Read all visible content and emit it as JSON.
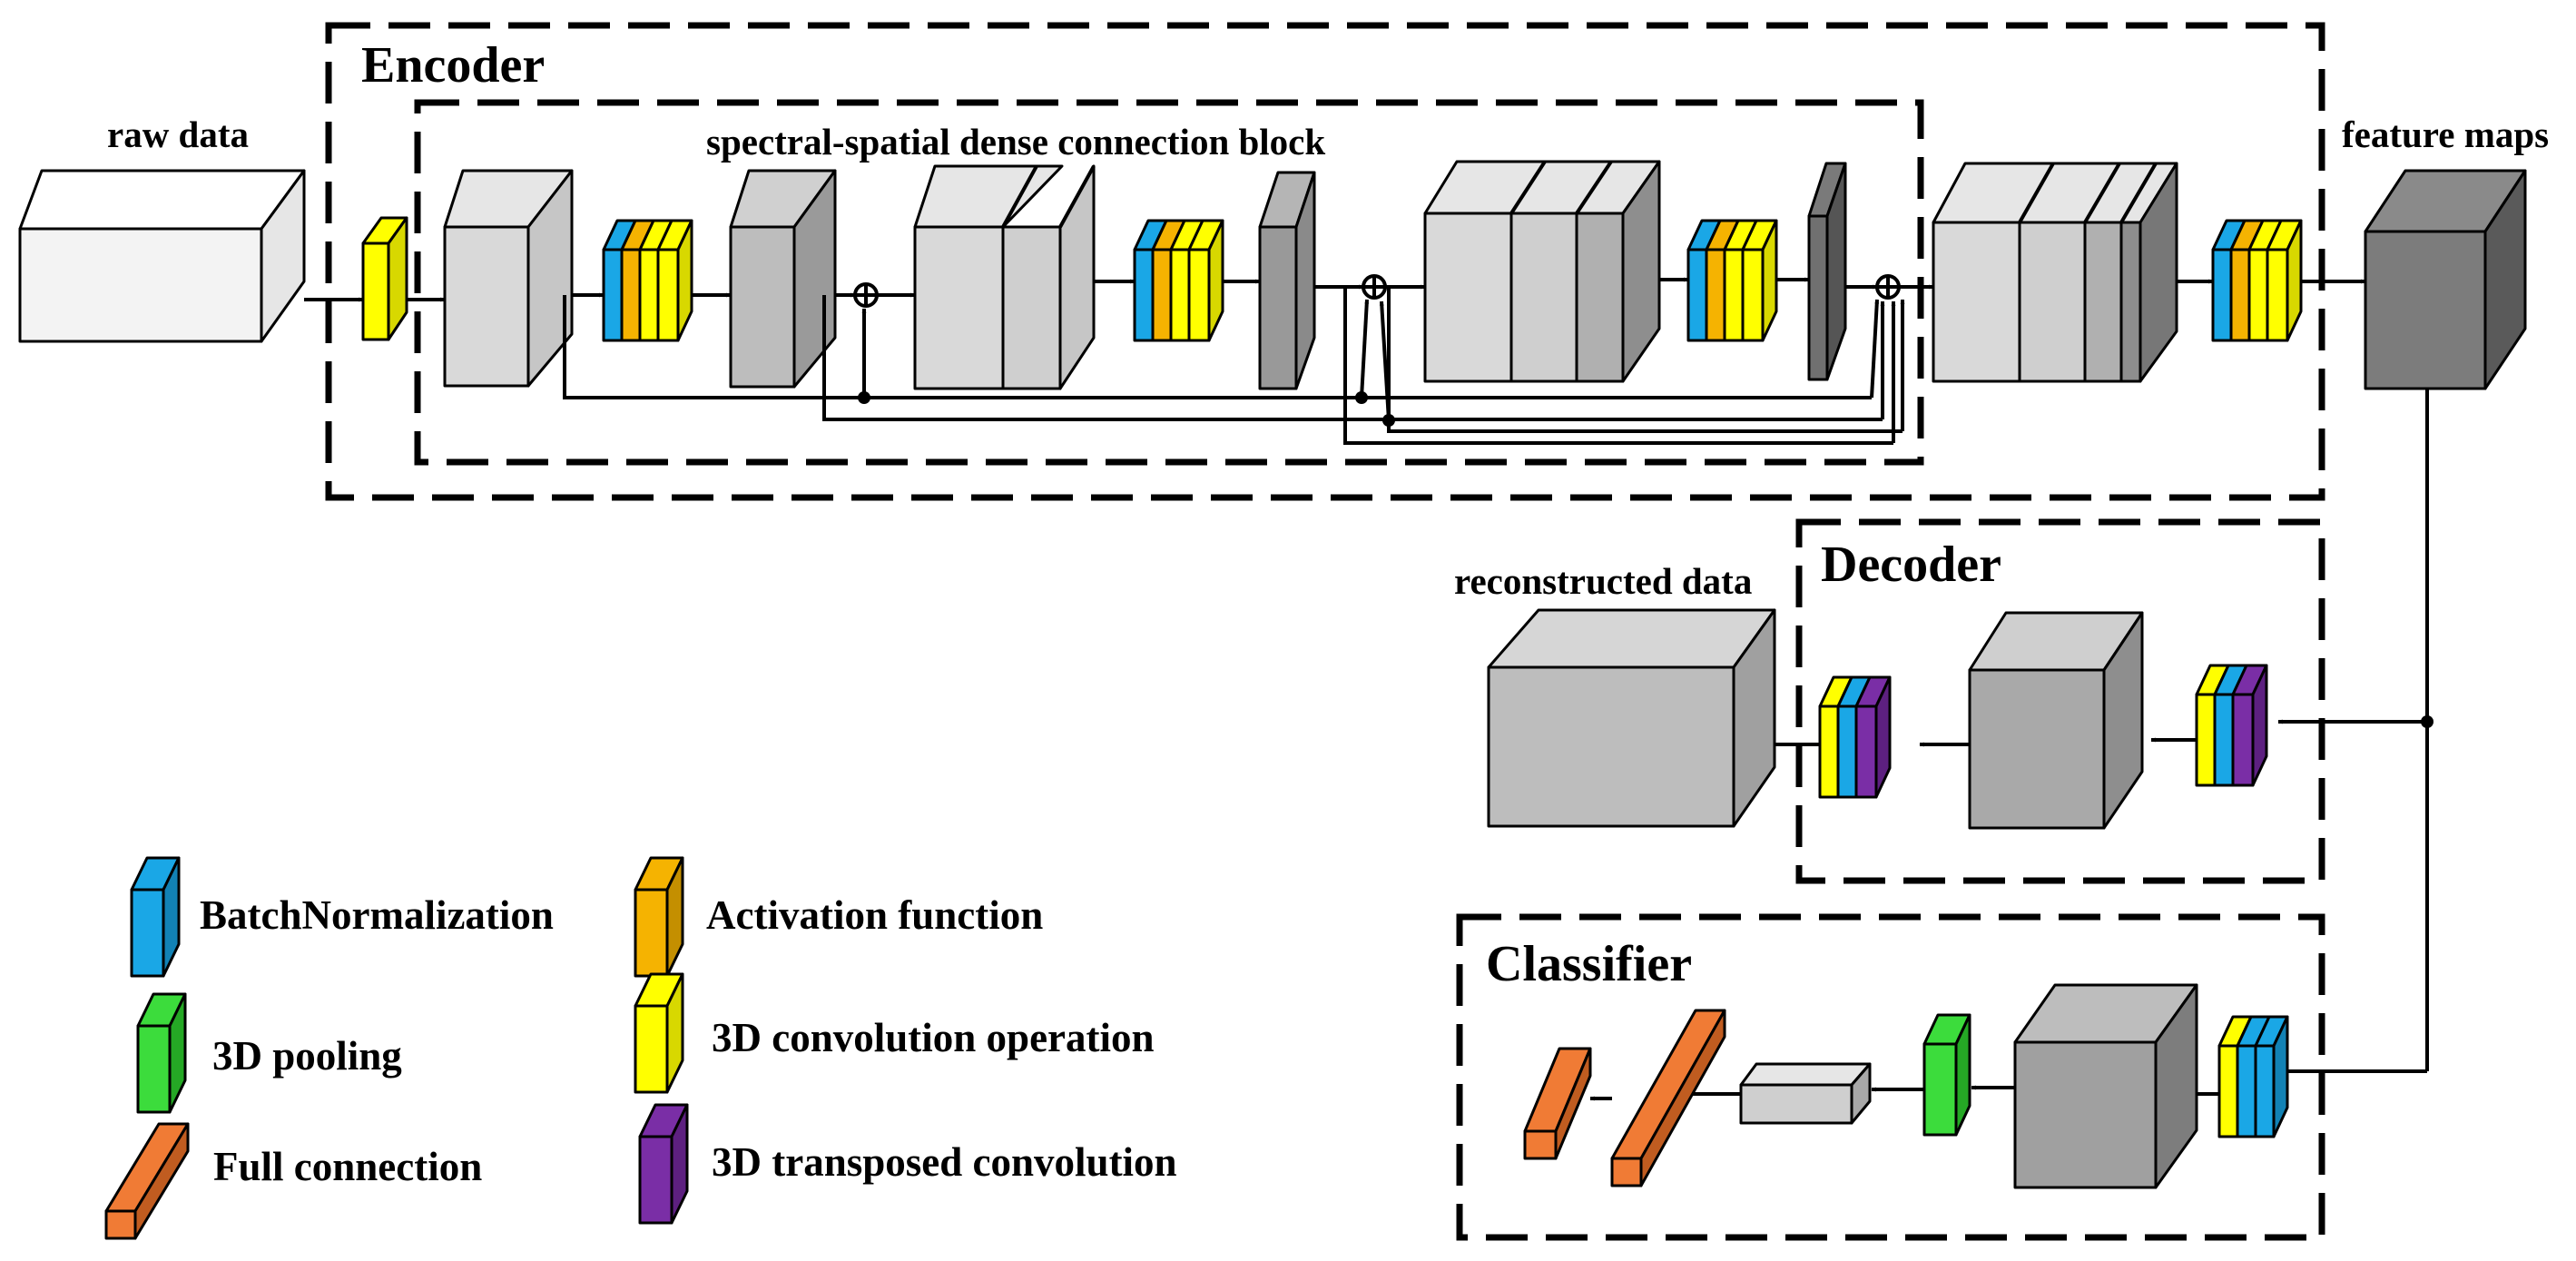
{
  "sections": {
    "encoder": "Encoder",
    "dense_block": "spectral-spatial dense connection block",
    "decoder": "Decoder",
    "classifier": "Classifier"
  },
  "labels": {
    "raw_data": "raw data",
    "feature_maps": "feature maps",
    "reconstructed_data": "reconstructed data"
  },
  "legend": [
    {
      "label": "BatchNormalization",
      "color": "#1aa7e6"
    },
    {
      "label": "Activation function",
      "color": "#f5b301"
    },
    {
      "label": "3D pooling",
      "color": "#3cdc3c"
    },
    {
      "label": "3D convolution operation",
      "color": "#ffff00"
    },
    {
      "label": "Full connection",
      "color": "#f07b35"
    },
    {
      "label": "3D transposed convolution",
      "color": "#7a2ea6"
    }
  ],
  "colors": {
    "batch_norm": "#1aa7e6",
    "activation": "#f5b301",
    "conv3d": "#ffff00",
    "pool3d": "#3cdc3c",
    "full_connection": "#f07b35",
    "transposed_conv": "#7a2ea6"
  }
}
